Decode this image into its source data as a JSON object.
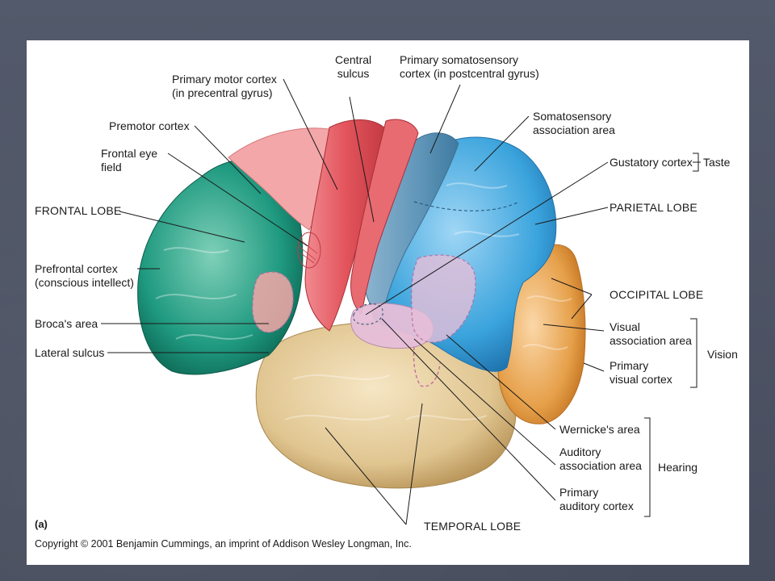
{
  "figure": {
    "panel_label": "(a)",
    "copyright": "Copyright © 2001 Benjamin Cummings, an imprint of Addison Wesley Longman, Inc."
  },
  "labels": {
    "central_sulcus": [
      "Central",
      "sulcus"
    ],
    "primary_somatosensory": [
      "Primary somatosensory",
      "cortex (in postcentral gyrus)"
    ],
    "primary_motor": [
      "Primary motor cortex",
      "(in precentral gyrus)"
    ],
    "premotor": "Premotor cortex",
    "frontal_eye": [
      "Frontal eye",
      "field"
    ],
    "somatosensory_assoc": [
      "Somatosensory",
      "association area"
    ],
    "gustatory": "Gustatory cortex",
    "taste": "Taste",
    "frontal_lobe": "FRONTAL LOBE",
    "parietal_lobe": "PARIETAL LOBE",
    "prefrontal": [
      "Prefrontal cortex",
      "(conscious intellect)"
    ],
    "occipital_lobe": "OCCIPITAL LOBE",
    "brocas": "Broca's area",
    "visual_assoc": [
      "Visual",
      "association area"
    ],
    "vision": "Vision",
    "lateral_sulcus": "Lateral sulcus",
    "primary_visual": [
      "Primary",
      "visual cortex"
    ],
    "wernickes": "Wernicke's area",
    "auditory_assoc": [
      "Auditory",
      "association area"
    ],
    "hearing": "Hearing",
    "primary_auditory": [
      "Primary",
      "auditory cortex"
    ],
    "temporal_lobe": "TEMPORAL LOBE"
  },
  "colors": {
    "frontal": "#1f9a80",
    "motor": "#e3545c",
    "premotor": "#f4a7a8",
    "somatosensory": "#5f95b8",
    "parietal": "#3aa3dc",
    "occipital": "#e6a04a",
    "temporal": "#e0c590",
    "auditory": "#e6bfd9"
  }
}
